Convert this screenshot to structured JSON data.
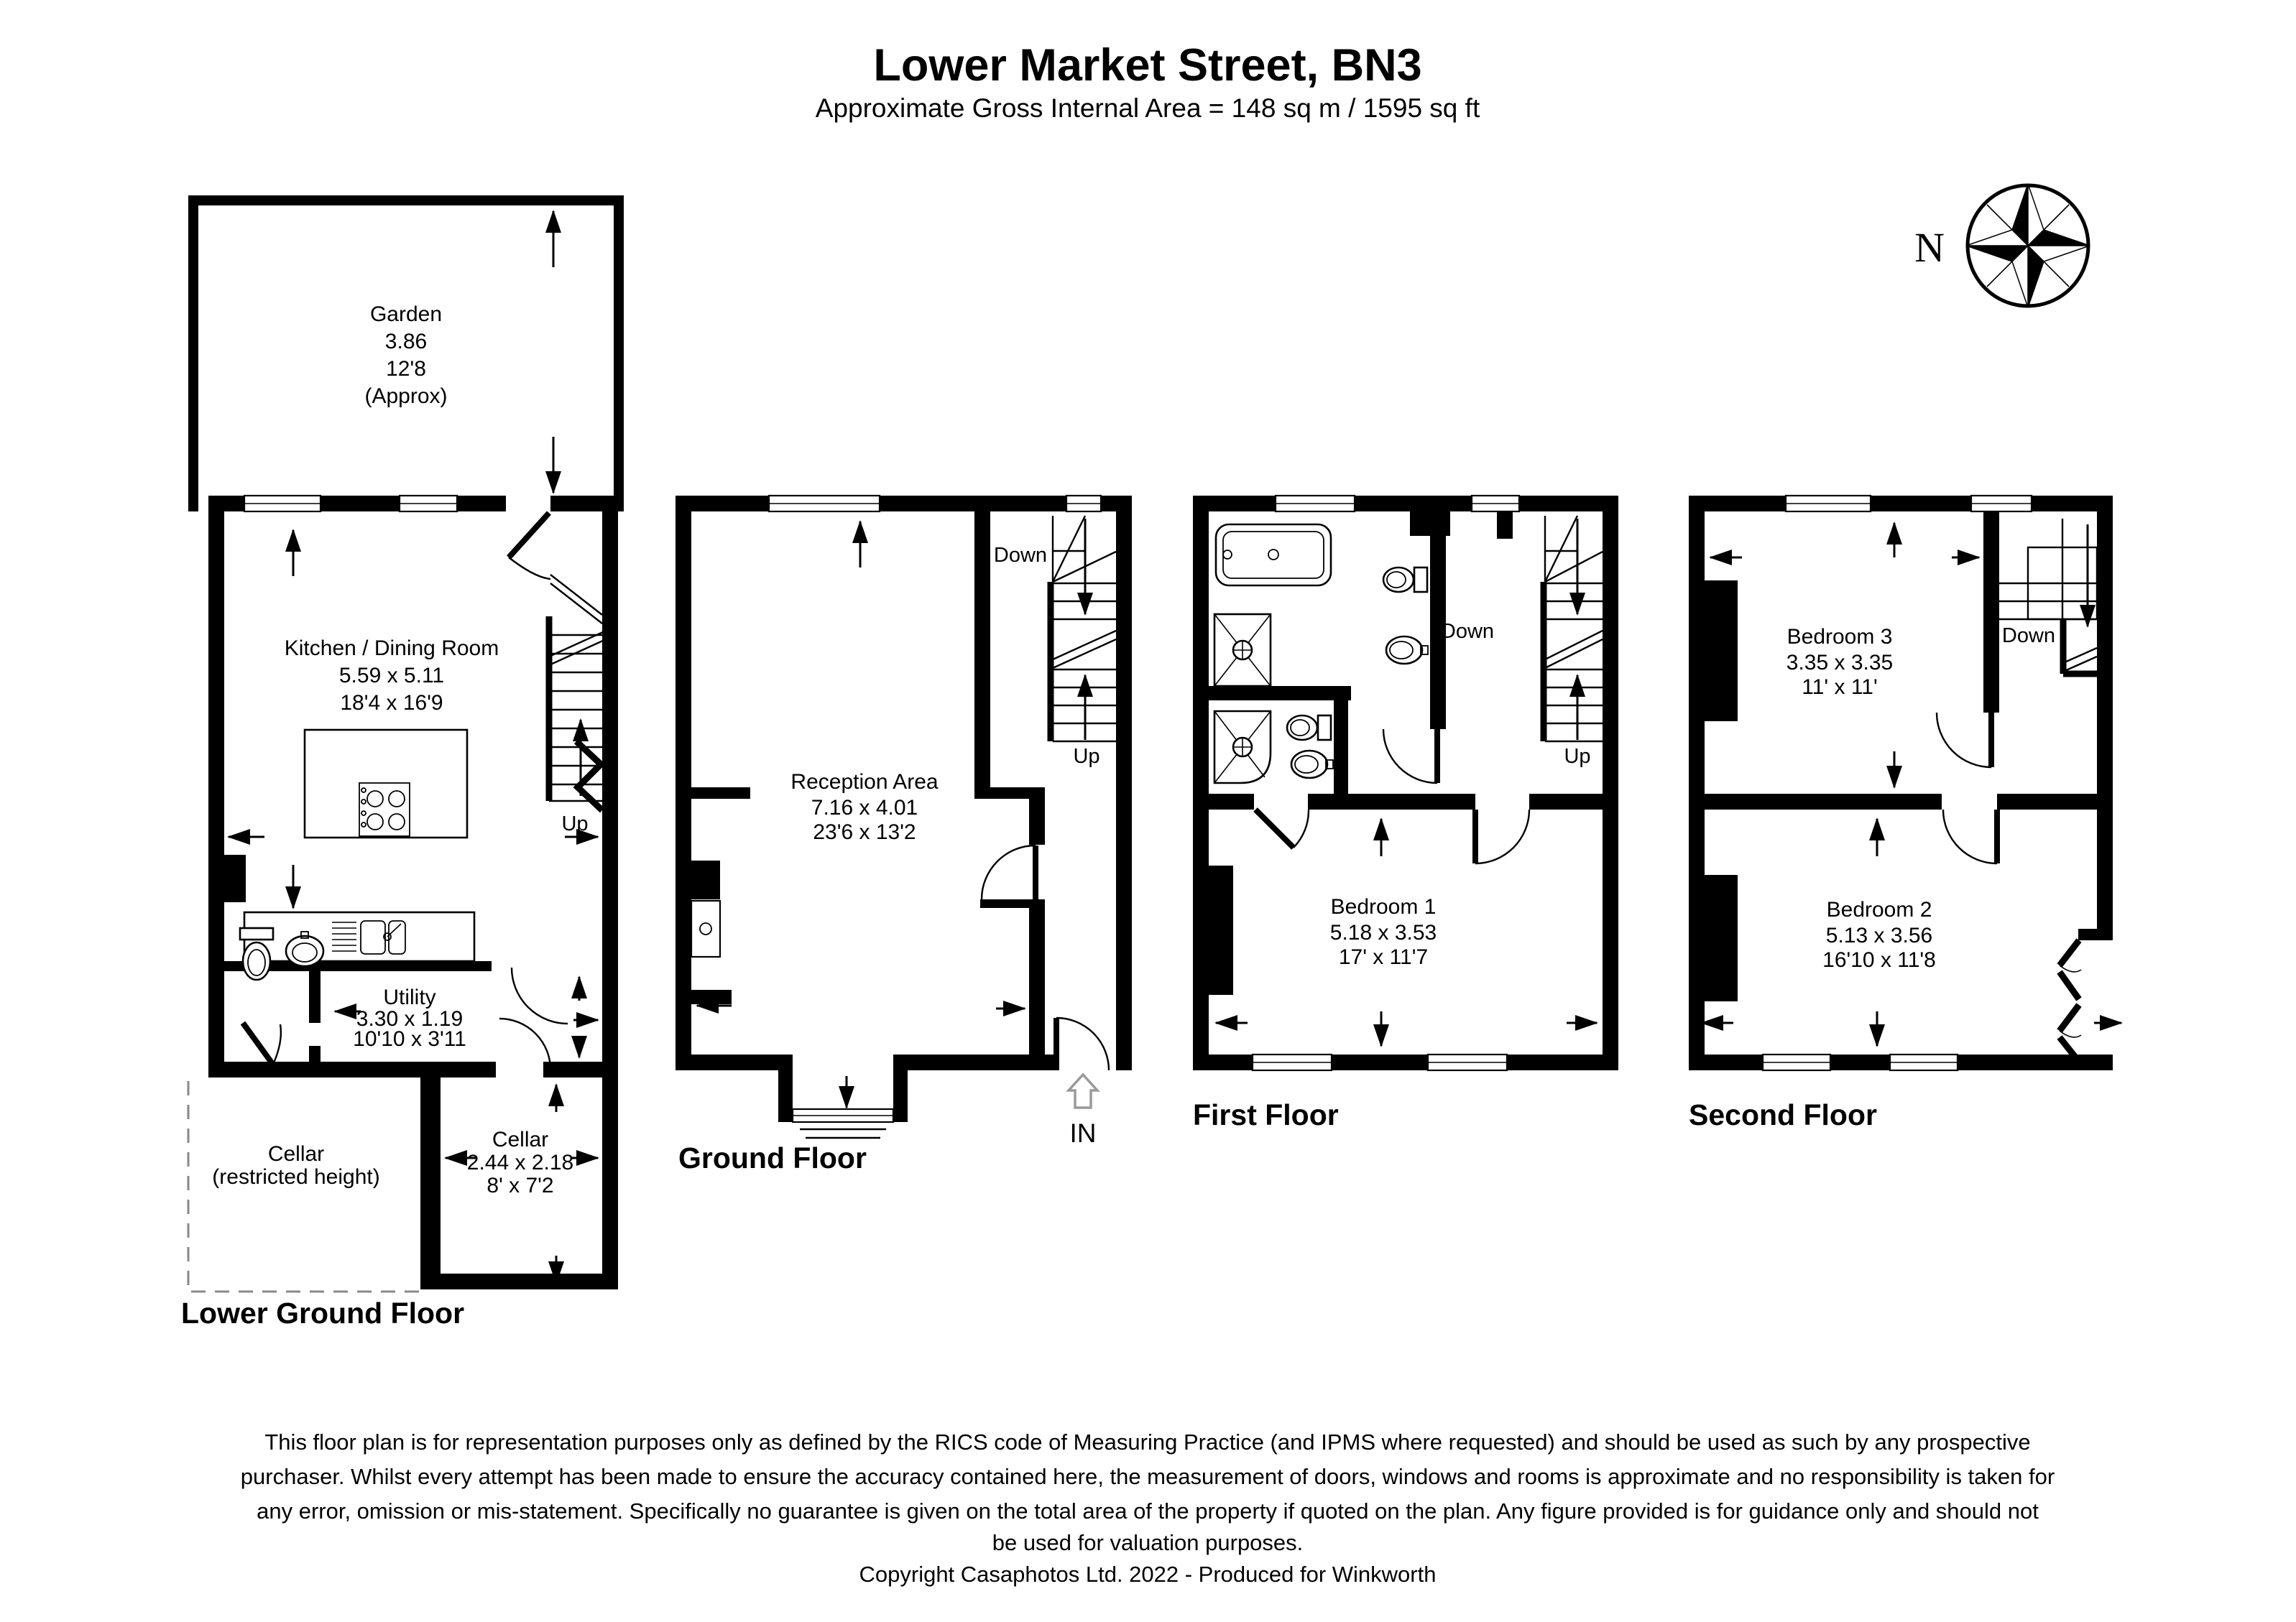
{
  "title": "Lower Market Street, BN3",
  "subtitle": "Approximate Gross Internal Area = 148 sq m / 1595 sq ft",
  "compass": {
    "north_label": "N"
  },
  "colors": {
    "walls": "#000000",
    "background": "#ffffff",
    "entrance_arrow": "#9a9a9a",
    "cellar_dashed_boundary": "#888888"
  },
  "icons": {
    "compass": "compass-rose",
    "entrance": "up-arrow-outline",
    "dimension_arrows": "black-arrowheads",
    "stairs": "tread-lines-with-direction-arrows"
  },
  "floors": {
    "lower_ground": {
      "name": "Lower Ground Floor",
      "rooms": {
        "garden": {
          "lines": [
            "Garden",
            "3.86",
            "12'8",
            "(Approx)"
          ]
        },
        "kitchen_dining": {
          "lines": [
            "Kitchen / Dining Room",
            "5.59 x 5.11",
            "18'4 x 16'9"
          ]
        },
        "utility": {
          "lines": [
            "Utility",
            "3.30 x 1.19",
            "10'10 x 3'11"
          ]
        },
        "cellar_restricted": {
          "lines": [
            "Cellar",
            "(restricted height)"
          ]
        },
        "cellar": {
          "lines": [
            "Cellar",
            "2.44 x 2.18",
            "8' x 7'2"
          ]
        }
      },
      "stair_labels": {
        "up": "Up"
      }
    },
    "ground": {
      "name": "Ground Floor",
      "rooms": {
        "reception": {
          "lines": [
            "Reception Area",
            "7.16 x 4.01",
            "23'6 x 13'2"
          ]
        }
      },
      "stair_labels": {
        "down": "Down",
        "up": "Up"
      },
      "entrance_label": "IN"
    },
    "first": {
      "name": "First Floor",
      "rooms": {
        "bedroom1": {
          "lines": [
            "Bedroom 1",
            "5.18 x 3.53",
            "17' x 11'7"
          ]
        }
      },
      "stair_labels": {
        "down": "Down",
        "up": "Up"
      }
    },
    "second": {
      "name": "Second Floor",
      "rooms": {
        "bedroom3": {
          "lines": [
            "Bedroom 3",
            "3.35 x 3.35",
            "11' x 11'"
          ]
        },
        "bedroom2": {
          "lines": [
            "Bedroom 2",
            "5.13 x 3.56",
            "16'10 x 11'8"
          ]
        }
      },
      "stair_labels": {
        "down": "Down"
      }
    }
  },
  "footer": {
    "disclaimer_lines": [
      "This floor plan is for representation purposes only as defined by the RICS code of Measuring Practice (and IPMS where requested) and should be used as such by any prospective",
      "purchaser. Whilst every attempt has been made to ensure the accuracy contained here, the measurement of doors, windows and rooms is approximate and no responsibility is taken for",
      "any error, omission or mis-statement. Specifically no guarantee is given on the total area of the property if quoted on the plan. Any figure provided is for guidance only and should not",
      "be used for valuation purposes."
    ],
    "copyright": "Copyright Casaphotos Ltd. 2022 - Produced for Winkworth"
  }
}
